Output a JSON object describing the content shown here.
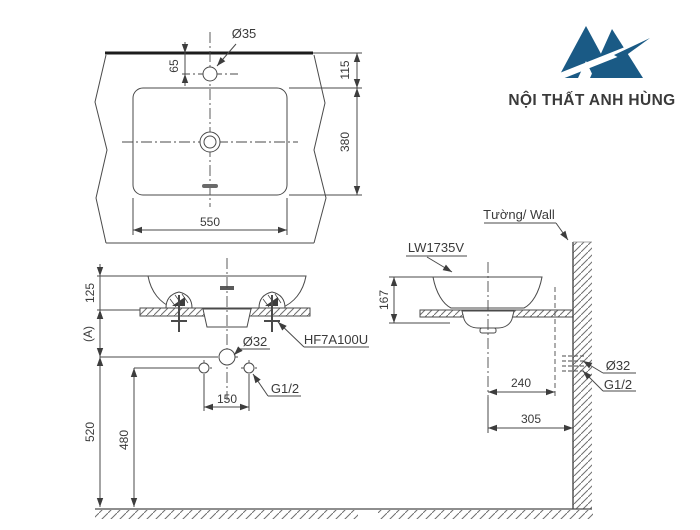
{
  "brand": {
    "name": "NỘI THẤT ANH HÙNG",
    "color": "#1a5a85"
  },
  "top_view": {
    "faucet_hole_dia": "Ø35",
    "faucet_hole_offset": "65",
    "wall_to_basin": "115",
    "basin_depth": "380",
    "basin_width": "550"
  },
  "front_view": {
    "rim_above_counter": "125",
    "counter_thickness": "(A)",
    "drain_dia": "Ø32",
    "fixing_bracket": "HF7A100U",
    "supply_thread": "G1/2",
    "supply_spacing": "150",
    "drain_to_floor": "520",
    "supply_to_floor": "480"
  },
  "side_view": {
    "wall_label": "Tường/ Wall",
    "model": "LW1735V",
    "basin_height": "167",
    "center_to_supply": "240",
    "center_to_wall": "305",
    "drain_dia": "Ø32",
    "supply_thread": "G1/2"
  }
}
